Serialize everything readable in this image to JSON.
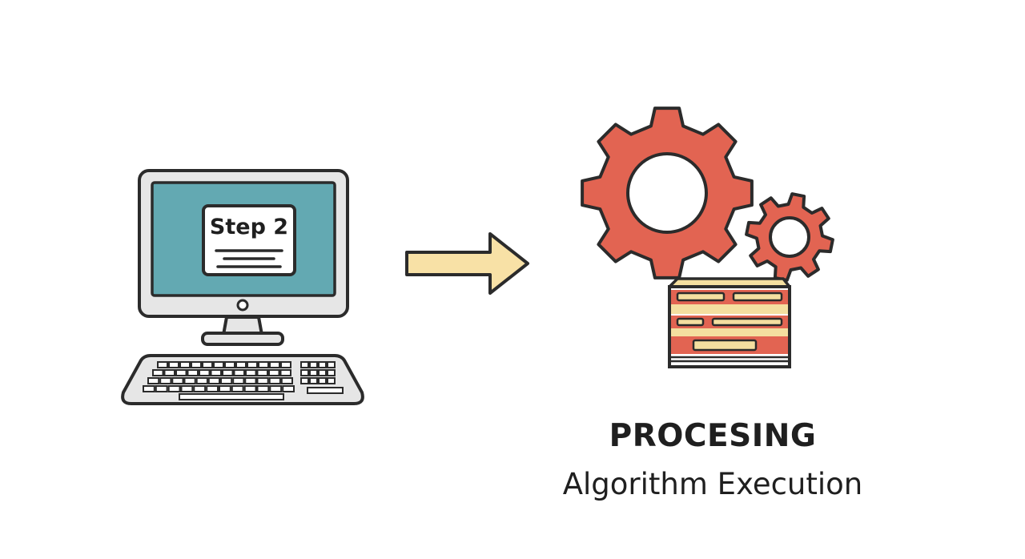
{
  "computer": {
    "screen_card_label": "Step 2"
  },
  "process": {
    "title": "PROCESING",
    "subtitle": "Algorithm Execution"
  },
  "icons": [
    "computer-monitor-icon",
    "keyboard-icon",
    "arrow-right-icon",
    "large-gear-icon",
    "small-gear-icon",
    "data-block-icon"
  ],
  "colors": {
    "outline": "#2b2b2b",
    "screen": "#63a9b2",
    "gear": "#e26452",
    "arrow": "#f8e1a6",
    "device_body": "#e6e6e6",
    "stripe_light": "#f4dfa0",
    "text": "#1f1f1f"
  }
}
